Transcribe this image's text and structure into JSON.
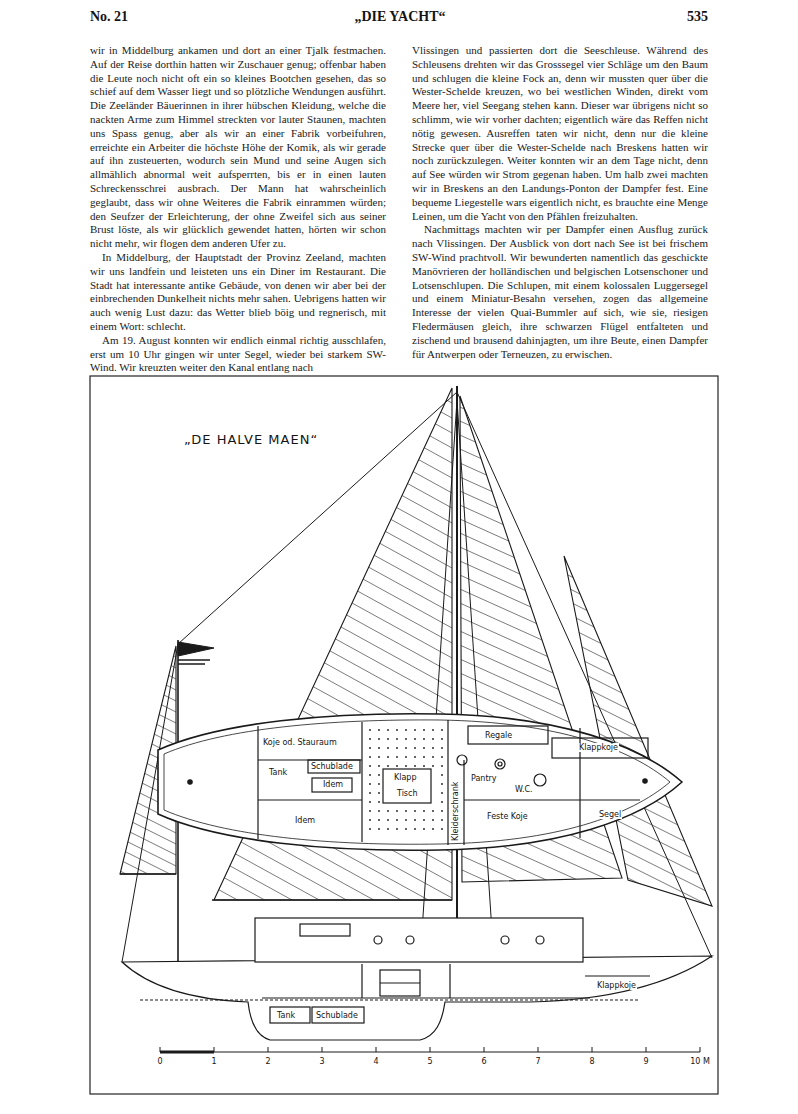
{
  "diagram": {
    "title": "„DE HALVE MAEN“",
    "labels": [
      "No. 21",
      "„DIE YACHT“",
      "535",
      "wir in Middelburg ankamen und dort an einer Tjalk festmachen. Auf der Reise dorthin hatten wir Zuschauer genug; offenbar haben die Leute noch nicht oft ein so kleines Bootchen gesehen, das so schief auf dem Wasser liegt und so plötzliche Wendungen ausführt. Die Zeeländer Bäuerinnen in ihrer hübschen Kleidung, welche die nackten Arme zum Himmel streckten vor lauter Staunen, machten uns Spass genug, aber als wir an einer Fabrik vorbeifuhren, erreichte ein Arbeiter die höchste Höhe der Komik, als wir gerade auf ihn zusteuerten, wodurch sein Mund und seine Augen sich allmählich abnormal weit aufsperrten, bis er in einen lauten Schreckensschrei ausbrach. Der Mann hat wahrscheinlich geglaubt, dass wir ohne Weiteres die Fabrik einrammen würden; den Seufzer der Erleichterung, der ohne Zweifel sich aus seiner Brust löste, als wir glücklich gewendet hatten, hörten wir schon nicht mehr, wir flogen dem anderen Ufer zu.",
      "In Middelburg, der Hauptstadt der Provinz Zeeland, machten wir uns landfein und leisteten uns ein Diner im Restaurant. Die Stadt hat interessante antike Gebäude, von denen wir aber bei der einbrechenden Dunkelheit nichts mehr sahen. Uebrigens hatten wir auch wenig Lust dazu: das Wetter blieb böig und regnerisch, mit einem Wort: schlecht.",
      "Am 19. August konnten wir endlich einmal richtig ausschlafen, erst um 10 Uhr gingen wir unter Segel, wieder bei starkem SW-Wind. Wir kreuzten weiter den Kanal entlang nach",
      "Vlissingen und passierten dort die Seeschleuse. Während des Schleusens drehten wir das Grosssegel vier Schläge um den Baum und schlugen die kleine Fock an, denn wir mussten quer über die Wester-Schelde kreuzen, wo bei westlichen Winden, direkt vom Meere her, viel Seegang stehen kann. Dieser war übrigens nicht so schlimm, wie wir vorher dachten; eigentlich wäre das Reffen nicht nötig gewesen. Ausreffen taten wir nicht, denn nur die kleine Strecke quer über die Wester-Schelde nach Breskens hatten wir noch zurückzulegen. Weiter konnten wir an dem Tage nicht, denn auf See würden wir Strom gegenan haben. Um halb zwei machten wir in Breskens an den Landungs-Ponton der Dampfer fest. Eine bequeme Liegestelle wars eigentlich nicht, es brauchte eine Menge Leinen, um die Yacht von den Pfählen freizuhalten.",
      "Nachmittags machten wir per Dampfer einen Ausflug zurück nach Vlissingen. Der Ausblick von dort nach See ist bei frischem SW-Wind prachtvoll. Wir bewunderten namentlich das geschickte Manövrieren der holländischen und belgischen Lotsenschoner und Lotsenschlupen. Die Schlupen, mit einem kolossalen Luggersegel und einem Miniatur-Besahn versehen, zogen das allgemeine Interesse der vielen Quai-Bummler auf sich, wie sie, riesigen Fledermäusen gleich, ihre schwarzen Flügel entfalteten und zischend und brausend dahinjagten, um ihre Beute, einen Dampfer für Antwerpen oder Terneuzen, zu erwischen.",
      "Koje od. Stauraum",
      "Tank",
      "Schublade",
      "Idem",
      "Klapp",
      "Tisch",
      "Idem",
      "Kleiderschrank",
      "Regale",
      "Pantry",
      "W.C.",
      "Feste Koje",
      "Klappkoje",
      "Segel",
      "Tank",
      "Schublade",
      "Klappkoje",
      "0",
      "1",
      "2",
      "3",
      "4",
      "5",
      "6",
      "7",
      "8",
      "9",
      "10 M"
    ]
  }
}
